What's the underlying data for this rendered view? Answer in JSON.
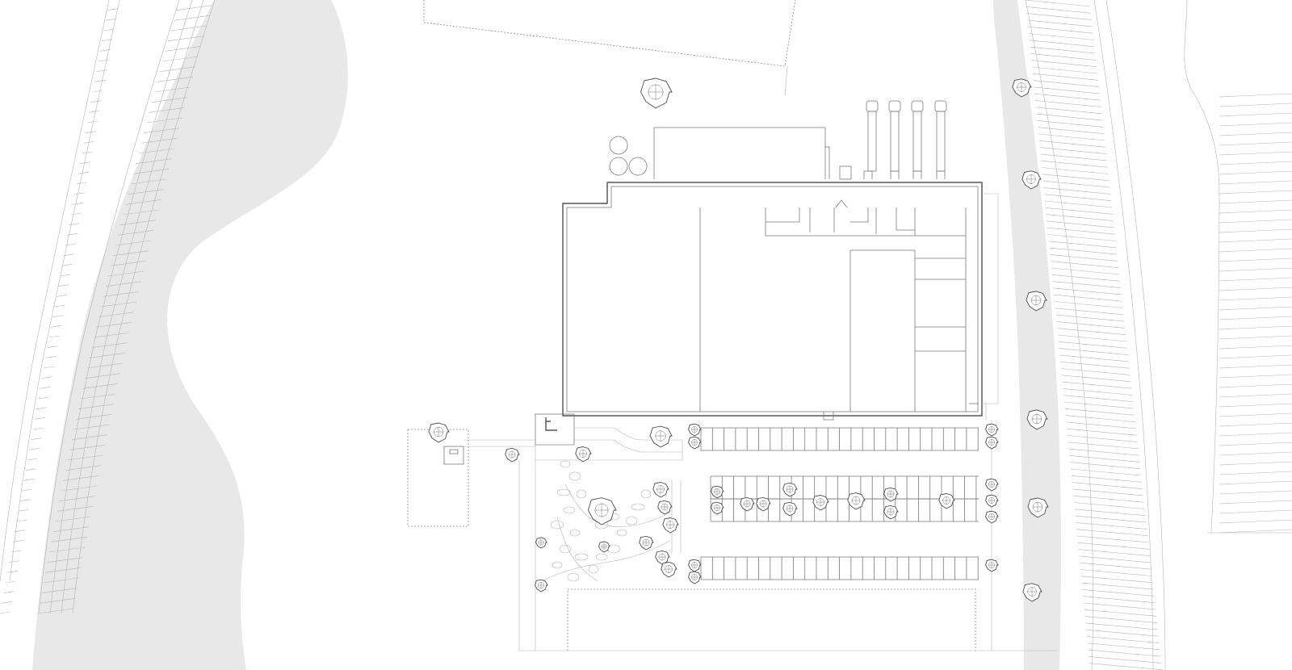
{
  "drawing": {
    "colors": {
      "background": "#ffffff",
      "terrain_fill": "#e8e8e8",
      "line": "#7a7a7a",
      "line_light": "#b5b5b5",
      "line_dark": "#333333"
    },
    "elements": {
      "building": "warehouse-building-outline",
      "parking": "parking-stalls",
      "trees": "tree-symbol",
      "terrain": "sloped-terrain-band",
      "garden": "landscaped-garden-path"
    }
  }
}
